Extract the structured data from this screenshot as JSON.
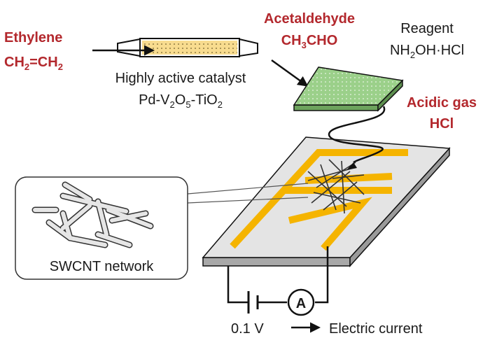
{
  "ethylene": {
    "name": "Ethylene",
    "formula_a": "CH",
    "formula_a_sub": "2",
    "formula_eq": "=CH",
    "formula_b_sub": "2"
  },
  "catalyst": {
    "line1": "Highly active catalyst",
    "p1": "Pd-V",
    "s1": "2",
    "p2": "O",
    "s2": "5",
    "p3": "-TiO",
    "s3": "2"
  },
  "acetaldehyde": {
    "name": "Acetaldehyde",
    "f1": "CH",
    "f1_sub": "3",
    "f2": "CHO"
  },
  "reagent": {
    "label": "Reagent",
    "f1": "NH",
    "f1_sub": "2",
    "f2": "OH·HCl"
  },
  "acidic_gas": {
    "line1": "Acidic gas",
    "line2": "HCl"
  },
  "inset": {
    "label": "SWCNT network"
  },
  "circuit": {
    "voltage": "0.1 V",
    "ammeter_symbol": "A",
    "current_label": "Electric current"
  },
  "colors": {
    "title_red": "#b3282d",
    "catalyst_fill": "#f8dc8f",
    "reagent_fill": "#9bd08a",
    "electrode": "#f5b400",
    "substrate": "#e4e4e4"
  }
}
